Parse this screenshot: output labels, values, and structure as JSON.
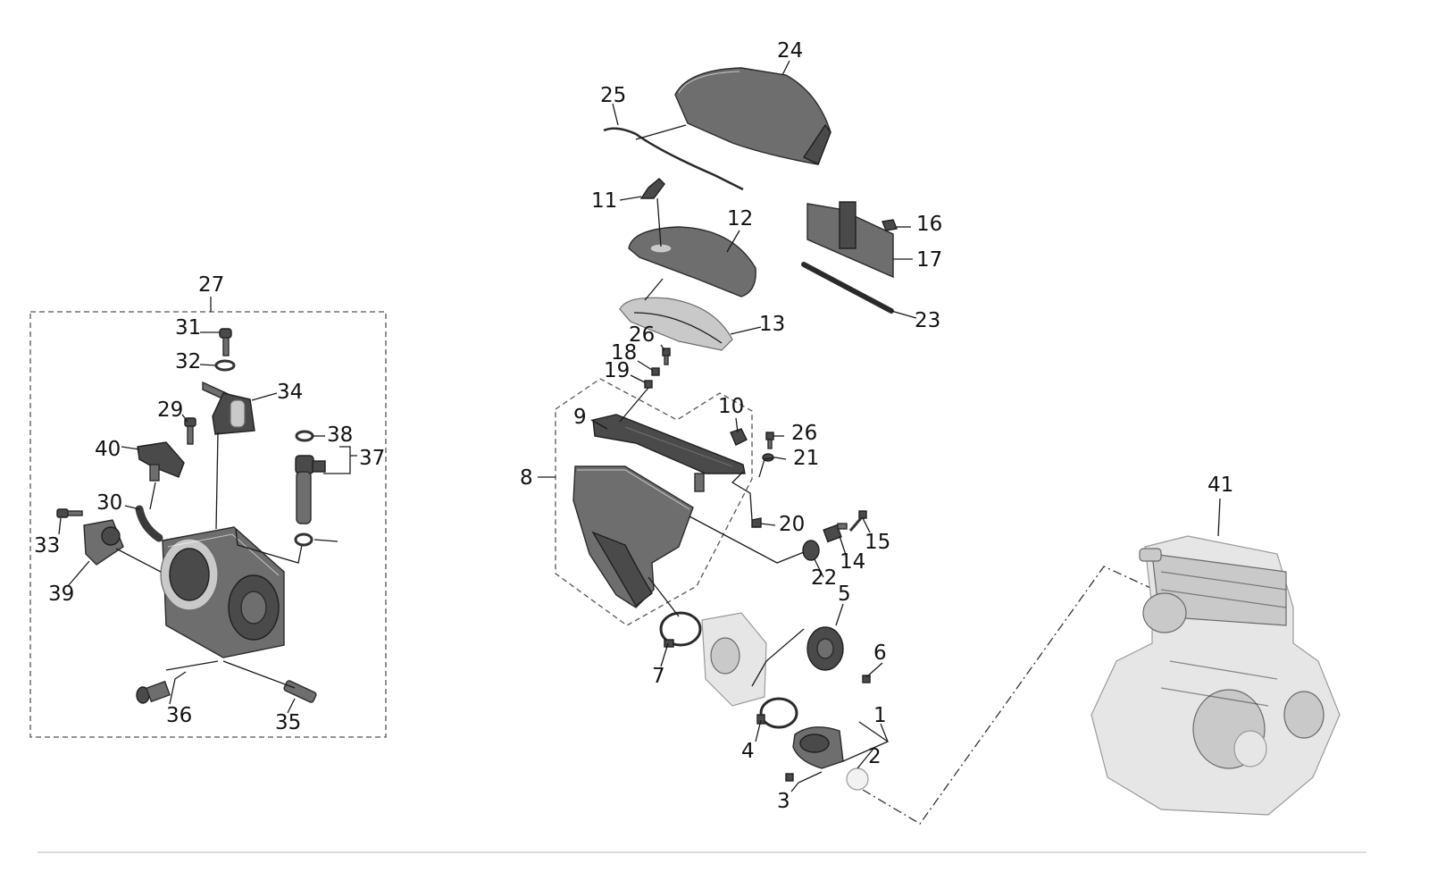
{
  "diagram": {
    "labels": [
      {
        "id": "1",
        "text": "1"
      },
      {
        "id": "2",
        "text": "2"
      },
      {
        "id": "3",
        "text": "3"
      },
      {
        "id": "4",
        "text": "4"
      },
      {
        "id": "5",
        "text": "5"
      },
      {
        "id": "6",
        "text": "6"
      },
      {
        "id": "7",
        "text": "7"
      },
      {
        "id": "8",
        "text": "8"
      },
      {
        "id": "9",
        "text": "9"
      },
      {
        "id": "10",
        "text": "10"
      },
      {
        "id": "11",
        "text": "11"
      },
      {
        "id": "12",
        "text": "12"
      },
      {
        "id": "13",
        "text": "13"
      },
      {
        "id": "14",
        "text": "14"
      },
      {
        "id": "15",
        "text": "15"
      },
      {
        "id": "16",
        "text": "16"
      },
      {
        "id": "17",
        "text": "17"
      },
      {
        "id": "18",
        "text": "18"
      },
      {
        "id": "19",
        "text": "19"
      },
      {
        "id": "20",
        "text": "20"
      },
      {
        "id": "21",
        "text": "21"
      },
      {
        "id": "22",
        "text": "22"
      },
      {
        "id": "23",
        "text": "23"
      },
      {
        "id": "24",
        "text": "24"
      },
      {
        "id": "25",
        "text": "25"
      },
      {
        "id": "26a",
        "text": "26"
      },
      {
        "id": "26b",
        "text": "26"
      },
      {
        "id": "27",
        "text": "27"
      },
      {
        "id": "29",
        "text": "29"
      },
      {
        "id": "30",
        "text": "30"
      },
      {
        "id": "31",
        "text": "31"
      },
      {
        "id": "32",
        "text": "32"
      },
      {
        "id": "33",
        "text": "33"
      },
      {
        "id": "34",
        "text": "34"
      },
      {
        "id": "35",
        "text": "35"
      },
      {
        "id": "36",
        "text": "36"
      },
      {
        "id": "37",
        "text": "37"
      },
      {
        "id": "38",
        "text": "38"
      },
      {
        "id": "39",
        "text": "39"
      },
      {
        "id": "40",
        "text": "40"
      },
      {
        "id": "41",
        "text": "41"
      }
    ]
  }
}
